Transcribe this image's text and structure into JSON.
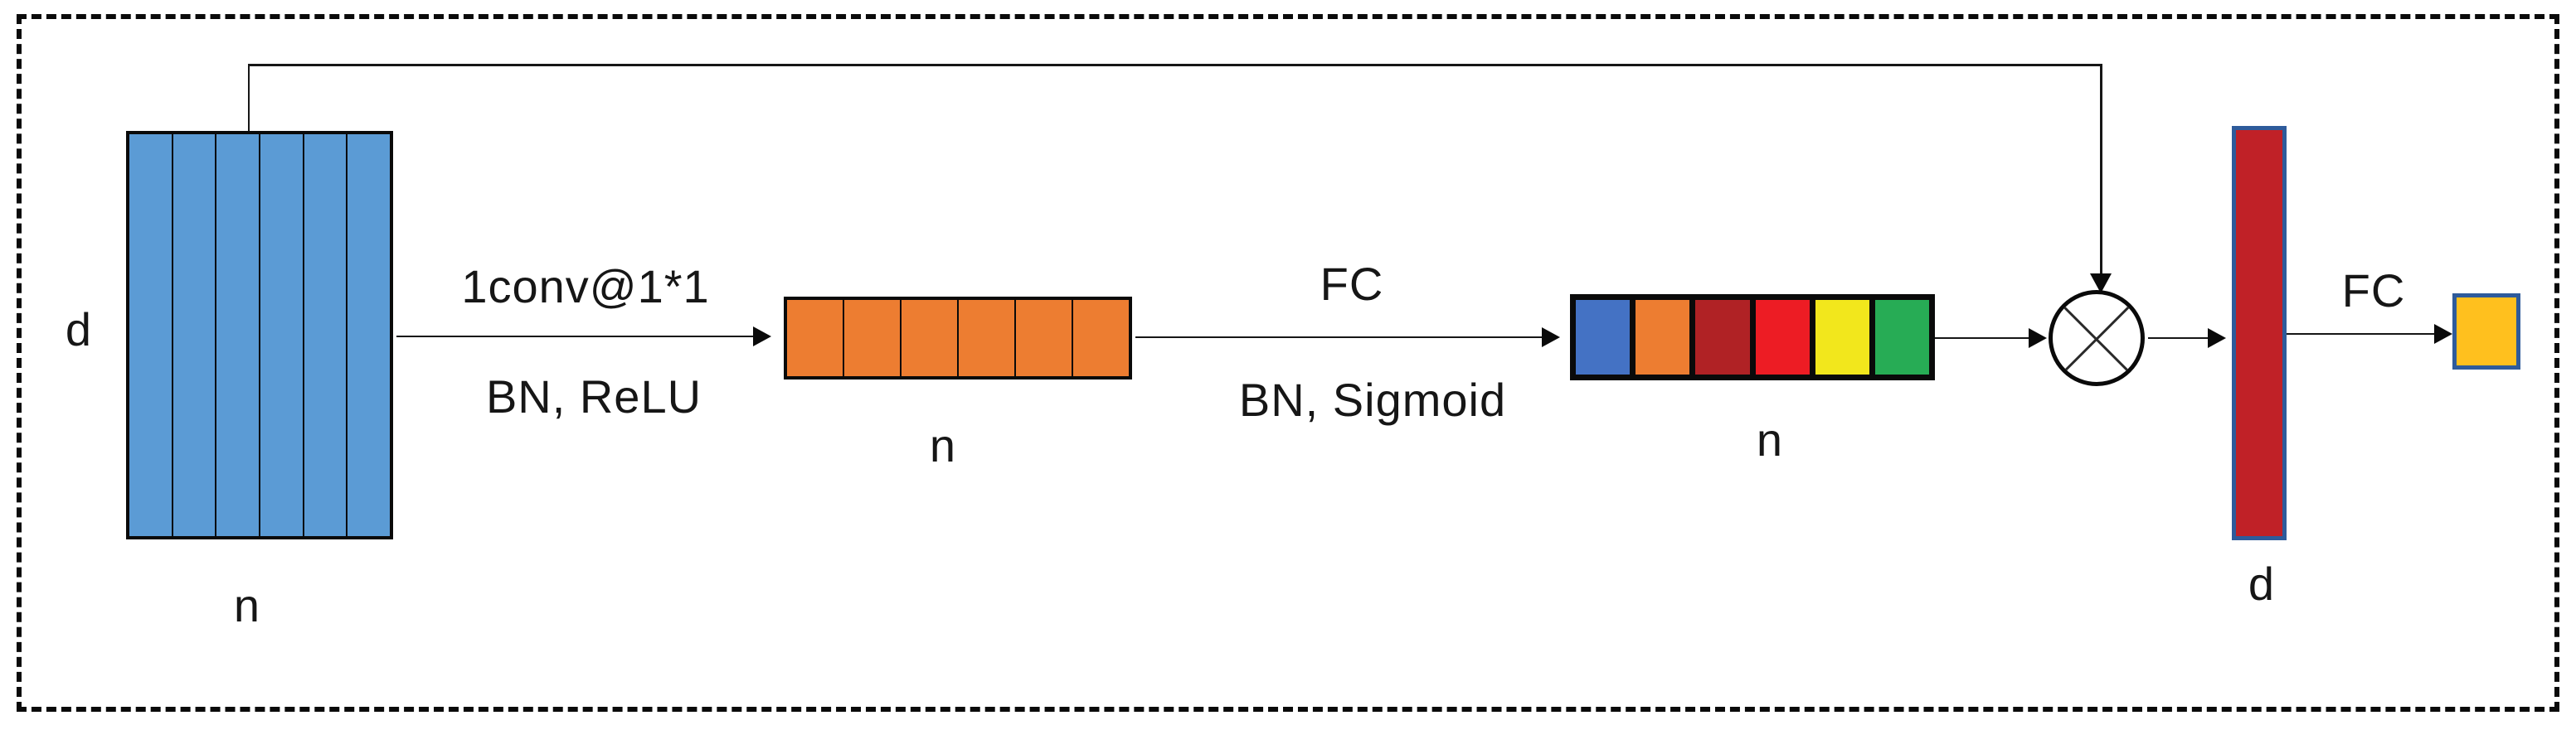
{
  "diagram": {
    "background": "#ffffff",
    "line_color": "#0a0a0a",
    "input_matrix": {
      "rows_label": "d",
      "cols_label": "n",
      "columns": 6,
      "fill": "#5B9BD5"
    },
    "conv_arrow": {
      "top_label": "1conv@1*1",
      "bottom_label": "BN, ReLU"
    },
    "squeeze_bar": {
      "label": "n",
      "cells": 6,
      "fill": "#ED7D31"
    },
    "fc_arrow": {
      "top_label": "FC",
      "bottom_label": "BN, Sigmoid"
    },
    "weight_bar": {
      "label": "n",
      "cell_colors": [
        "#4472C4",
        "#ED7D31",
        "#B02225",
        "#ED1C24",
        "#F2E71C",
        "#27AC55"
      ]
    },
    "multiply_icon": "circled-times",
    "output_bar": {
      "label": "d",
      "fill": "#C02127",
      "border": "#2E5B9B"
    },
    "fc2_arrow": {
      "top_label": "FC"
    },
    "output_cell": {
      "fill": "#FFC01E",
      "border": "#2E5B9B"
    }
  }
}
